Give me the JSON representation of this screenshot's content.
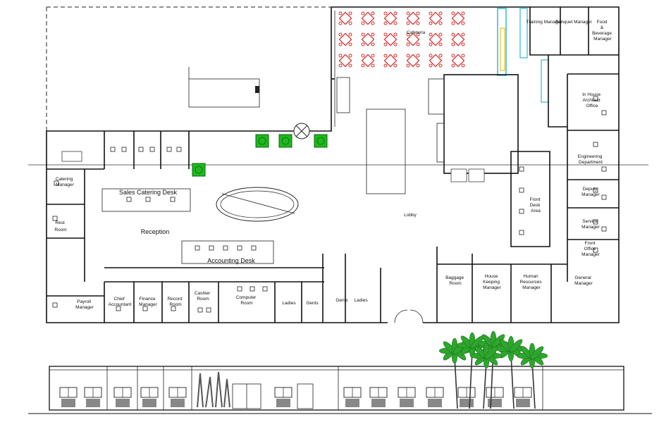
{
  "labels": {
    "training_manager": "Training Manager",
    "banquet_manager": "Banquet Manager",
    "food_beverage_manager": [
      "Food",
      "&",
      "Beverage",
      "Manager"
    ],
    "cafeteria": "Cafeteria",
    "in_house_architect": [
      "In House",
      "Architect",
      "Office"
    ],
    "engineering_department": [
      "Engineering",
      "Department"
    ],
    "deputy_manager": [
      "Deputy",
      "Manager"
    ],
    "service_manager": [
      "Service",
      "Manager"
    ],
    "front_office_manager": [
      "Front",
      "Office",
      "Manager"
    ],
    "front_desk_area": [
      "Front",
      "Desk",
      "Area"
    ],
    "lobby": "Lobby",
    "catering_manager": [
      "Catering",
      "Manager"
    ],
    "sales_catering_desk": "Sales Catering Desk",
    "rest_room": [
      "Rest",
      "Room"
    ],
    "reception": "Reception",
    "accounting_desk": "Accounting Desk",
    "payroll_manager": [
      "Payroll",
      "Manager"
    ],
    "chief_accountant": [
      "Chief",
      "Accountant"
    ],
    "finance_manager": [
      "Finance",
      "Manager"
    ],
    "record_room": [
      "Record",
      "Room"
    ],
    "cashier_room": [
      "Cashier",
      "Room"
    ],
    "computer_room": [
      "Computer",
      "Room"
    ],
    "ladies_1": "Ladies",
    "gents_1": "Gents",
    "gents_2": "Gents",
    "ladies_2": "Ladies",
    "baggage_room": [
      "Baggage",
      "Room"
    ],
    "house_keeping_manager": [
      "House",
      "Keeping",
      "Manager"
    ],
    "human_resources_manager": [
      "Human",
      "Resources",
      "Manager"
    ],
    "general_manager": [
      "General",
      "Manager"
    ]
  },
  "colors": {
    "wall": "#111111",
    "cafeteria_tables": "#d42a2a",
    "planter_green": "#1fb81f",
    "palm_green": "#2ea62e",
    "kitchen_cyan": "#2fb8d8",
    "kitchen_yellow": "#e8c020"
  }
}
